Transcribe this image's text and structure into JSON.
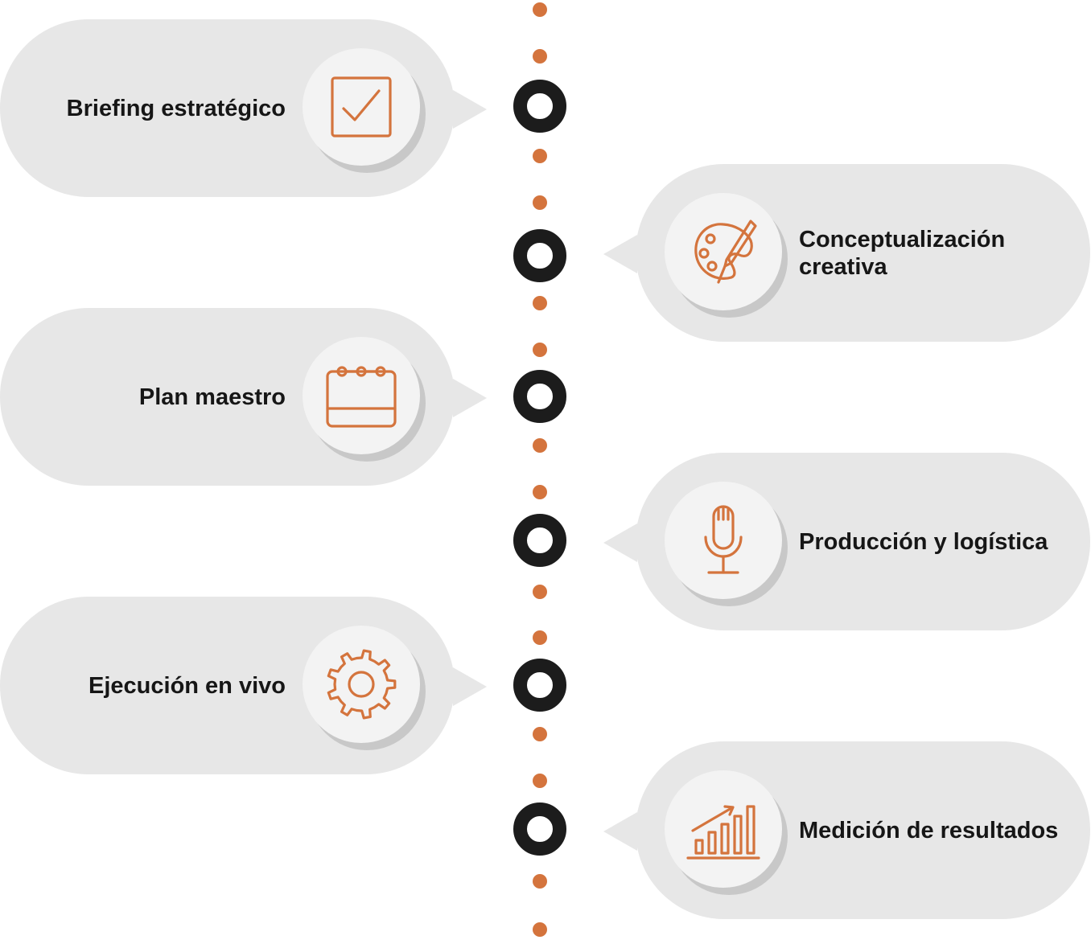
{
  "colors": {
    "accent": "#d4743d",
    "node": "#1c1c1c",
    "bubble": "#e7e7e7",
    "icon_bg": "#f3f3f3",
    "text": "#161616"
  },
  "steps": [
    {
      "label": "Briefing estratégico",
      "icon": "checkbox-icon",
      "side": "left"
    },
    {
      "label": "Conceptualización creativa",
      "icon": "palette-icon",
      "side": "right"
    },
    {
      "label": "Plan maestro",
      "icon": "calendar-icon",
      "side": "left"
    },
    {
      "label": "Producción y logística",
      "icon": "microphone-icon",
      "side": "right"
    },
    {
      "label": "Ejecución en vivo",
      "icon": "gear-icon",
      "side": "left"
    },
    {
      "label": "Medición de resultados",
      "icon": "bar-chart-icon",
      "side": "right"
    }
  ]
}
